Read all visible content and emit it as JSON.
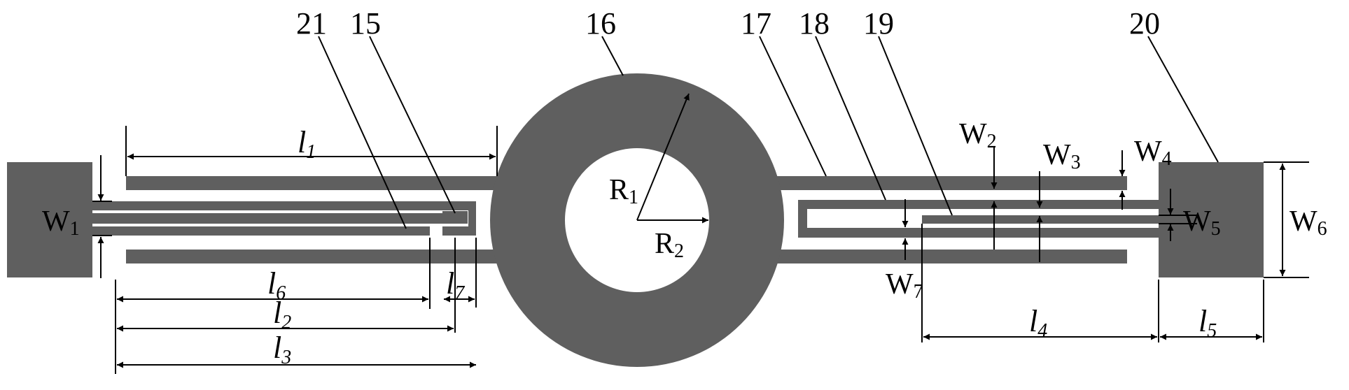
{
  "diagram": {
    "colors": {
      "metal": "#5f5f5f",
      "background": "#ffffff",
      "line": "#000000"
    },
    "callouts": [
      {
        "id": "c21",
        "text": "21"
      },
      {
        "id": "c15",
        "text": "15"
      },
      {
        "id": "c16",
        "text": "16"
      },
      {
        "id": "c17",
        "text": "17"
      },
      {
        "id": "c18",
        "text": "18"
      },
      {
        "id": "c19",
        "text": "19"
      },
      {
        "id": "c20",
        "text": "20"
      }
    ],
    "labels": {
      "l1": {
        "base": "l",
        "sub": "1"
      },
      "l2": {
        "base": "l",
        "sub": "2"
      },
      "l3": {
        "base": "l",
        "sub": "3"
      },
      "l4": {
        "base": "l",
        "sub": "4"
      },
      "l5": {
        "base": "l",
        "sub": "5"
      },
      "l6": {
        "base": "l",
        "sub": "6"
      },
      "l7": {
        "base": "l",
        "sub": "7"
      },
      "W1": {
        "base": "W",
        "sub": "1"
      },
      "W2": {
        "base": "W",
        "sub": "2"
      },
      "W3": {
        "base": "W",
        "sub": "3"
      },
      "W4": {
        "base": "W",
        "sub": "4"
      },
      "W5": {
        "base": "W",
        "sub": "5"
      },
      "W6": {
        "base": "W",
        "sub": "6"
      },
      "W7": {
        "base": "W",
        "sub": "7"
      },
      "R1": {
        "base": "R",
        "sub": "1"
      },
      "R2": {
        "base": "R",
        "sub": "2"
      }
    }
  }
}
